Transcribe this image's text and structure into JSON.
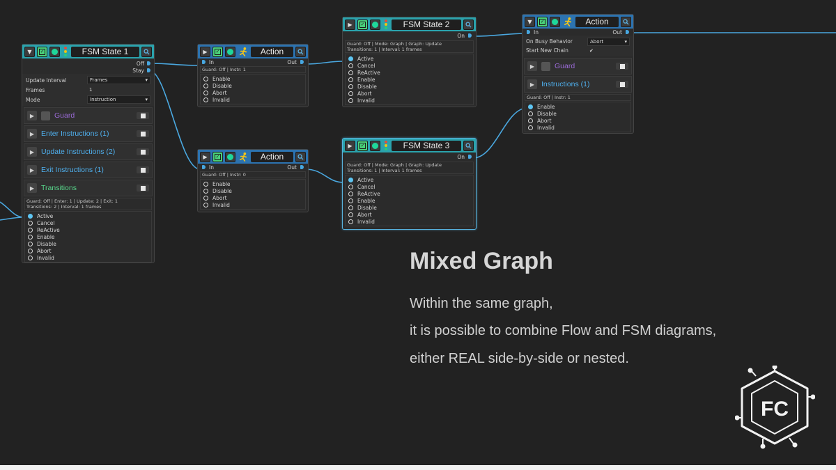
{
  "nodes": {
    "fsm1": {
      "title": "FSM State 1",
      "outputs": [
        "Off",
        "Stay"
      ],
      "fields": [
        {
          "label": "Update Interval",
          "value": "Frames"
        },
        {
          "label": "Frames",
          "value": "1"
        },
        {
          "label": "Mode",
          "value": "Instruction"
        }
      ],
      "sections": [
        "Guard",
        "Enter Instructions (1)",
        "Update Instructions (2)",
        "Exit Instructions (1)",
        "Transitions"
      ],
      "info": [
        "Guard: Off | Enter: 1 | Update: 2 | Exit: 1",
        "Transitions: 2 | Interval: 1 frames"
      ],
      "states": [
        "Active",
        "Cancel",
        "ReActive",
        "Enable",
        "Disable",
        "Abort",
        "Invalid"
      ],
      "active_state": "Active"
    },
    "action1": {
      "title": "Action",
      "in": "In",
      "out": "Out",
      "info": "Guard: Off | Instr: 1",
      "states": [
        "Enable",
        "Disable",
        "Abort",
        "Invalid"
      ]
    },
    "action2": {
      "title": "Action",
      "in": "In",
      "out": "Out",
      "info": "Guard: Off | Instr: 0",
      "states": [
        "Enable",
        "Disable",
        "Abort",
        "Invalid"
      ]
    },
    "fsm2": {
      "title": "FSM State 2",
      "out": "On",
      "info": [
        "Guard: Off | Mode: Graph | Graph: Update",
        "Transitions: 1 | Interval: 1 frames"
      ],
      "states": [
        "Active",
        "Cancel",
        "ReActive",
        "Enable",
        "Disable",
        "Abort",
        "Invalid"
      ],
      "active_state": "Active"
    },
    "fsm3": {
      "title": "FSM State 3",
      "out": "On",
      "info": [
        "Guard: Off | Mode: Graph | Graph: Update",
        "Transitions: 1 | Interval: 1 frames"
      ],
      "states": [
        "Active",
        "Cancel",
        "ReActive",
        "Enable",
        "Disable",
        "Abort",
        "Invalid"
      ],
      "active_state": "Active"
    },
    "action3": {
      "title": "Action",
      "in": "In",
      "out": "Out",
      "fields": [
        {
          "label": "On Busy Behavior",
          "value": "Abort"
        },
        {
          "label": "Start New Chain",
          "value": "✔"
        }
      ],
      "sections": [
        "Guard",
        "Instructions (1)"
      ],
      "info": "Guard: Off | Instr: 1",
      "states": [
        "Enable",
        "Disable",
        "Abort",
        "Invalid"
      ],
      "active_state": "Enable"
    }
  },
  "caption": {
    "title": "Mixed Graph",
    "lines": [
      "Within the same graph,",
      "it is possible to combine Flow and FSM diagrams,",
      "either REAL side-by-side or nested."
    ]
  },
  "logo_text": "FC",
  "colors": {
    "background": "#222222",
    "fsm_header": "#2aa3ad",
    "action_header": "#2c73b0",
    "wire": "#4aa8e0",
    "guard": "#9a6ad6",
    "instructions": "#4fb0ee",
    "transitions": "#58d58a"
  },
  "icons": [
    "collapse-icon",
    "expand-icon",
    "check-icon",
    "state-dot-icon",
    "traffic-light-icon",
    "runner-icon",
    "search-icon",
    "fc-logo-icon"
  ]
}
